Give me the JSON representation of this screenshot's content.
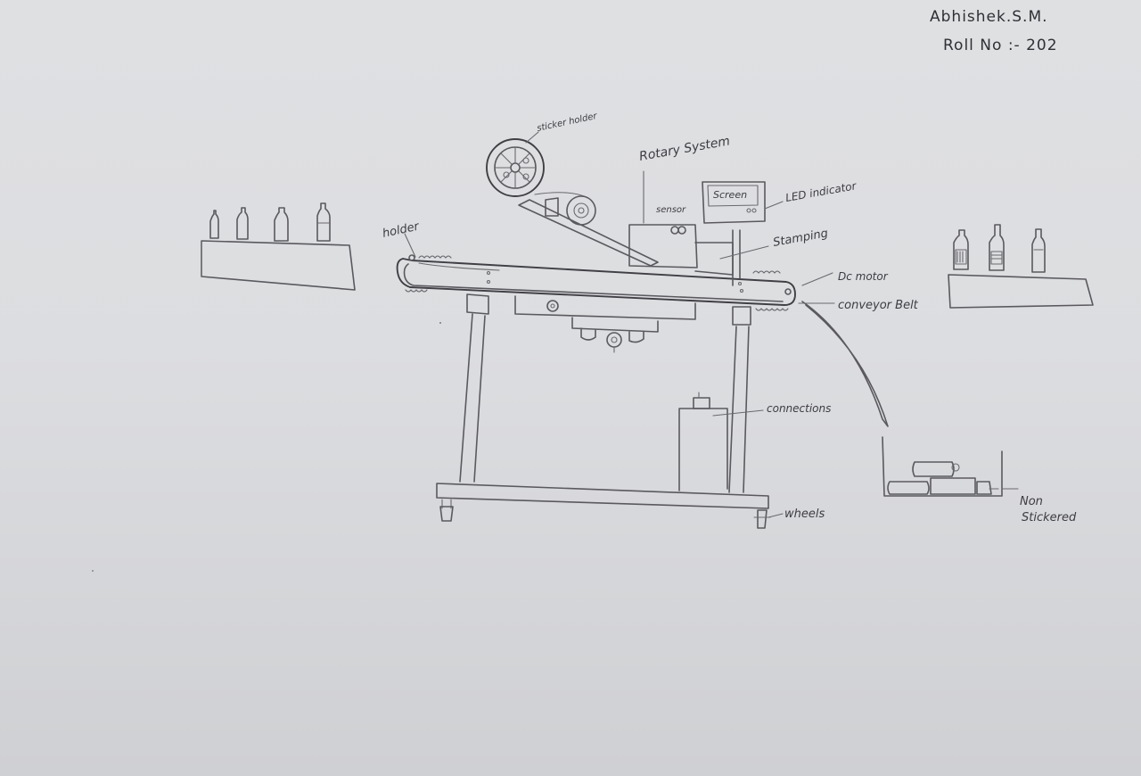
{
  "author": {
    "name": "Abhishek.S.M.",
    "roll": "Roll No :- 202"
  },
  "labels": {
    "sticker_holder": "sticker holder",
    "rotary_system": "Rotary System",
    "sensor": "sensor",
    "screen": "Screen",
    "led_indicator": "LED indicator",
    "holder": "holder",
    "stamping": "Stamping",
    "dc_motor": "Dc motor",
    "conveyor_belt": "conveyor Belt",
    "connections": "connections",
    "wheels": "wheels",
    "non_stickered": "Non Stickered"
  },
  "colors": {
    "paper": "#dcdde0",
    "pencil": "#4a4a4f"
  }
}
